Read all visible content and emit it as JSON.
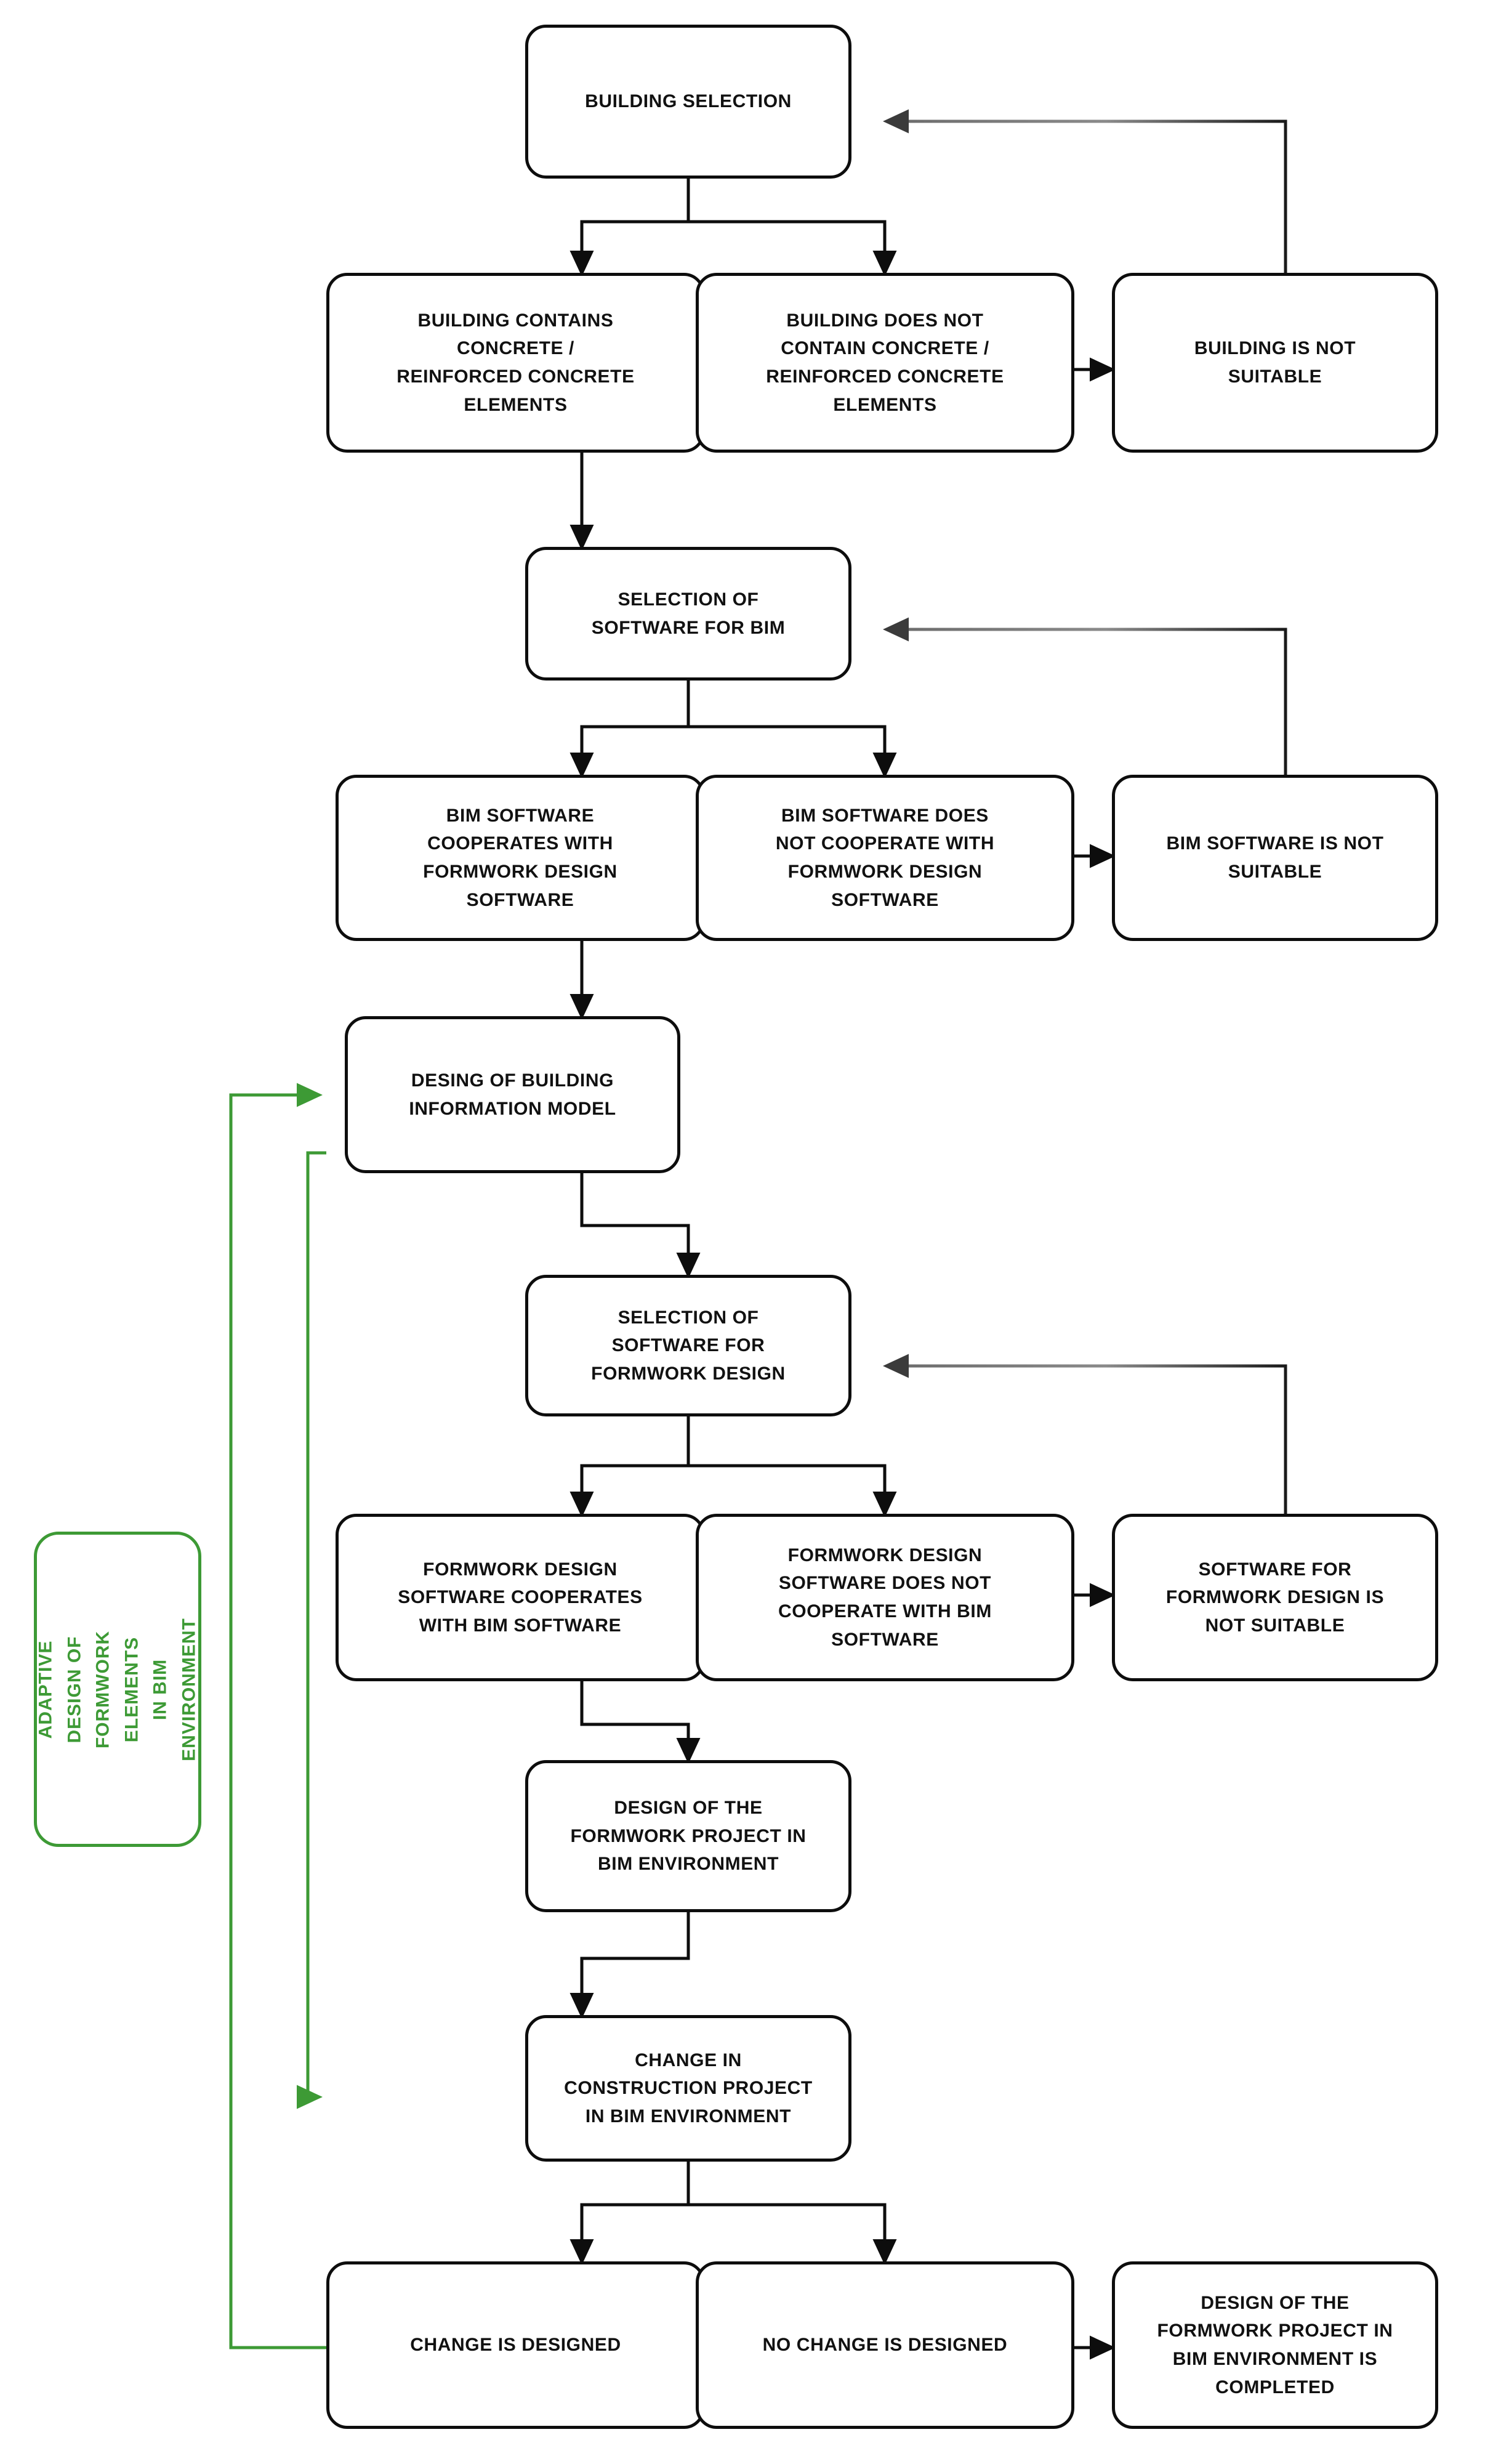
{
  "diagram": {
    "title": "Adaptive design of formwork elements in BIM environment flowchart",
    "colors": {
      "node_border": "#0d0d0d",
      "node_text": "#111111",
      "accent_green": "#3d9a35",
      "feedback_arrow": "#6e6e6e",
      "background": "#ffffff"
    }
  },
  "nodes": {
    "building_selection": "BUILDING SELECTION",
    "building_contains_concrete": "BUILDING CONTAINS\nCONCRETE /\nREINFORCED CONCRETE\nELEMENTS",
    "building_no_concrete": "BUILDING DOES NOT\nCONTAIN CONCRETE /\nREINFORCED CONCRETE\nELEMENTS",
    "building_not_suitable": "BUILDING IS NOT\nSUITABLE",
    "selection_bim_software": "SELECTION OF\nSOFTWARE FOR BIM",
    "bim_cooperates": "BIM SOFTWARE\nCOOPERATES WITH\nFORMWORK DESIGN\nSOFTWARE",
    "bim_not_cooperates": "BIM SOFTWARE DOES\nNOT COOPERATE WITH\nFORMWORK DESIGN\nSOFTWARE",
    "bim_not_suitable": "BIM SOFTWARE IS NOT\nSUITABLE",
    "design_bim_model": "DESING OF BUILDING\nINFORMATION MODEL",
    "selection_formwork_software": "SELECTION OF\nSOFTWARE FOR\nFORMWORK DESIGN",
    "formwork_cooperates": "FORMWORK DESIGN\nSOFTWARE COOPERATES\nWITH BIM SOFTWARE",
    "formwork_not_cooperates": "FORMWORK DESIGN\nSOFTWARE DOES NOT\nCOOPERATE WITH BIM\nSOFTWARE",
    "formwork_software_not_suitable": "SOFTWARE FOR\nFORMWORK DESIGN IS\nNOT SUITABLE",
    "design_formwork_project": "DESIGN OF THE\nFORMWORK PROJECT IN\nBIM ENVIRONMENT",
    "change_in_construction_project": "CHANGE IN\nCONSTRUCTION PROJECT\nIN BIM ENVIRONMENT",
    "change_is_designed": "CHANGE IS DESIGNED",
    "no_change_is_designed": "NO CHANGE IS DESIGNED",
    "formwork_project_completed": "DESIGN OF THE\nFORMWORK PROJECT IN\nBIM ENVIRONMENT IS\nCOMPLETED",
    "adaptive_design_label": "ADAPTIVE DESIGN OF\nFORMWORK ELEMENTS\nIN BIM ENVIRONMENT"
  }
}
